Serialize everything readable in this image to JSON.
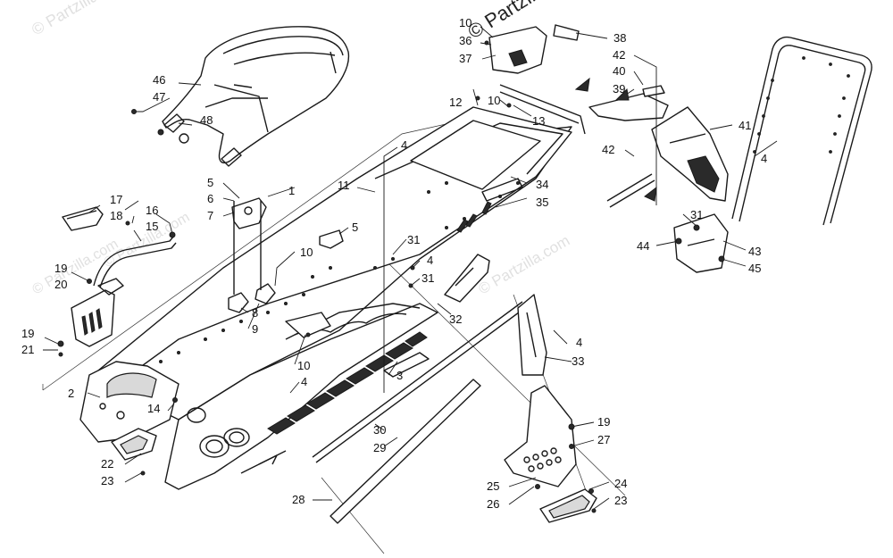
{
  "watermarks": {
    "top_left": "© Partzilla.com",
    "top_center": "© Partzilla.com",
    "mid_left": "© Partzilla.com",
    "mid_center": "© Partzilla.com",
    "center": "© Partzilla.com"
  },
  "callouts": {
    "c1": "1",
    "c2": "2",
    "c3": "3",
    "c4a": "4",
    "c4b": "4",
    "c4c": "4",
    "c4d": "4",
    "c4e": "4",
    "c5a": "5",
    "c5b": "5",
    "c6": "6",
    "c7": "7",
    "c8": "8",
    "c9": "9",
    "c10a": "10",
    "c10b": "10",
    "c10c": "10",
    "c10d": "10",
    "c11": "11",
    "c12": "12",
    "c13": "13",
    "c14": "14",
    "c15": "15",
    "c16": "16",
    "c17": "17",
    "c18": "18",
    "c19a": "19",
    "c19b": "19",
    "c19c": "19",
    "c20": "20",
    "c21": "21",
    "c22": "22",
    "c23a": "23",
    "c23b": "23",
    "c24": "24",
    "c25": "25",
    "c26": "26",
    "c27": "27",
    "c28": "28",
    "c29": "29",
    "c30": "30",
    "c31a": "31",
    "c31b": "31",
    "c31c": "31",
    "c32": "32",
    "c33": "33",
    "c34": "34",
    "c35": "35",
    "c36": "36",
    "c37": "37",
    "c38": "38",
    "c39": "39",
    "c40": "40",
    "c41": "41",
    "c42a": "42",
    "c42b": "42",
    "c43": "43",
    "c44": "44",
    "c45": "45",
    "c46": "46",
    "c47": "47",
    "c48": "48"
  }
}
